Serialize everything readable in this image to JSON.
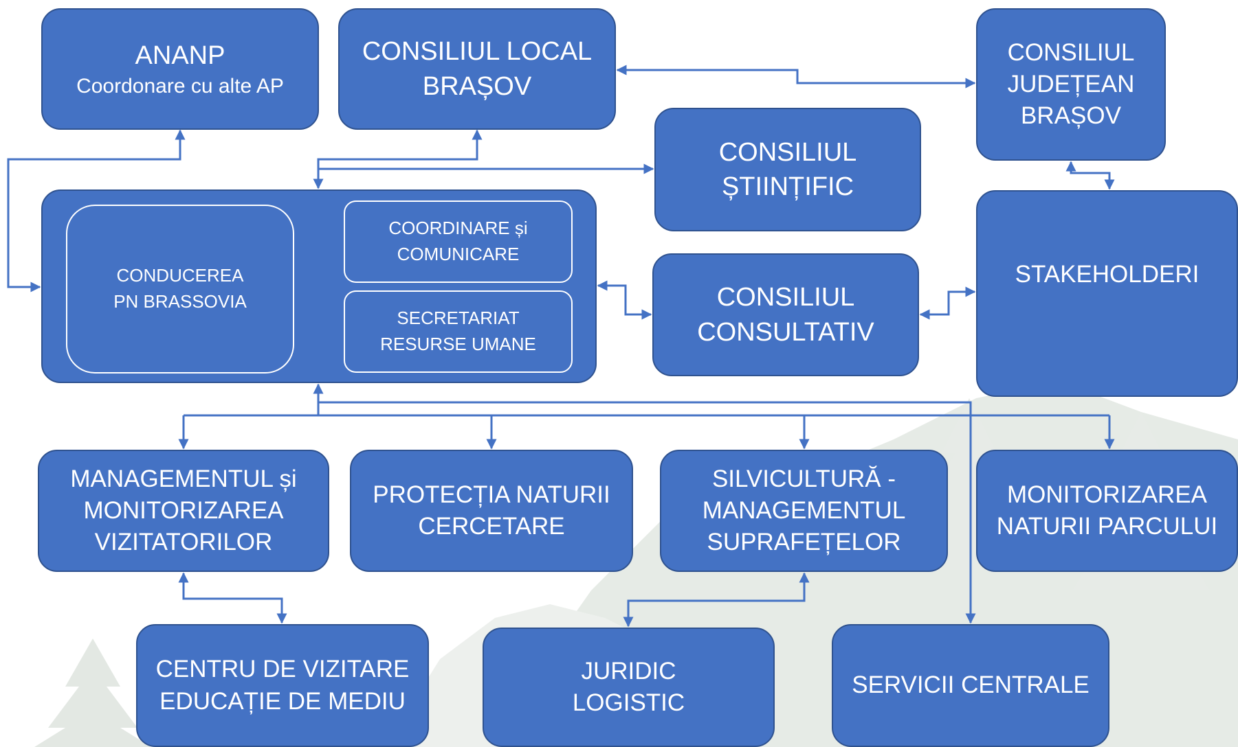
{
  "colors": {
    "box_fill": "#4472c4",
    "box_border": "#2f528f",
    "connector": "#4472c4",
    "text": "#ffffff"
  },
  "nodes": {
    "ananp": {
      "line1": "ANANP",
      "line2": "Coordonare cu alte AP"
    },
    "consiliul_local": {
      "line1": "CONSILIUL LOCAL",
      "line2": "BRAȘOV"
    },
    "consiliul_judetean": {
      "line1": "CONSILIUL",
      "line2": "JUDEȚEAN",
      "line3": "BRAȘOV"
    },
    "consiliul_stiintific": {
      "line1": "CONSILIUL",
      "line2": "ȘTIINȚIFIC"
    },
    "stakeholderi": {
      "line1": "STAKEHOLDERI"
    },
    "conducerea": {
      "line1": "CONDUCEREA",
      "line2": "PN BRASSOVIA"
    },
    "coordinare": {
      "line1": "COORDINARE și",
      "line2": "COMUNICARE"
    },
    "secretariat": {
      "line1": "SECRETARIAT",
      "line2": "RESURSE UMANE"
    },
    "consiliul_consultativ": {
      "line1": "CONSILIUL",
      "line2": "CONSULTATIV"
    },
    "managementul_vizitatori": {
      "line1": "MANAGEMENTUL și",
      "line2": "MONITORIZAREA",
      "line3": "VIZITATORILOR"
    },
    "protectia_naturii": {
      "line1": "PROTECȚIA NATURII",
      "line2": "CERCETARE"
    },
    "silvicultura": {
      "line1": "SILVICULTURĂ -",
      "line2": "MANAGEMENTUL",
      "line3": "SUPRAFEȚELOR"
    },
    "monitorizarea_naturii": {
      "line1": "MONITORIZAREA",
      "line2": "NATURII PARCULUI"
    },
    "centru_vizitare": {
      "line1": "CENTRU DE VIZITARE",
      "line2": "EDUCAȚIE DE MEDIU"
    },
    "juridic": {
      "line1": "JURIDIC",
      "line2": "LOGISTIC"
    },
    "servicii_centrale": {
      "line1": "SERVICII CENTRALE"
    }
  }
}
